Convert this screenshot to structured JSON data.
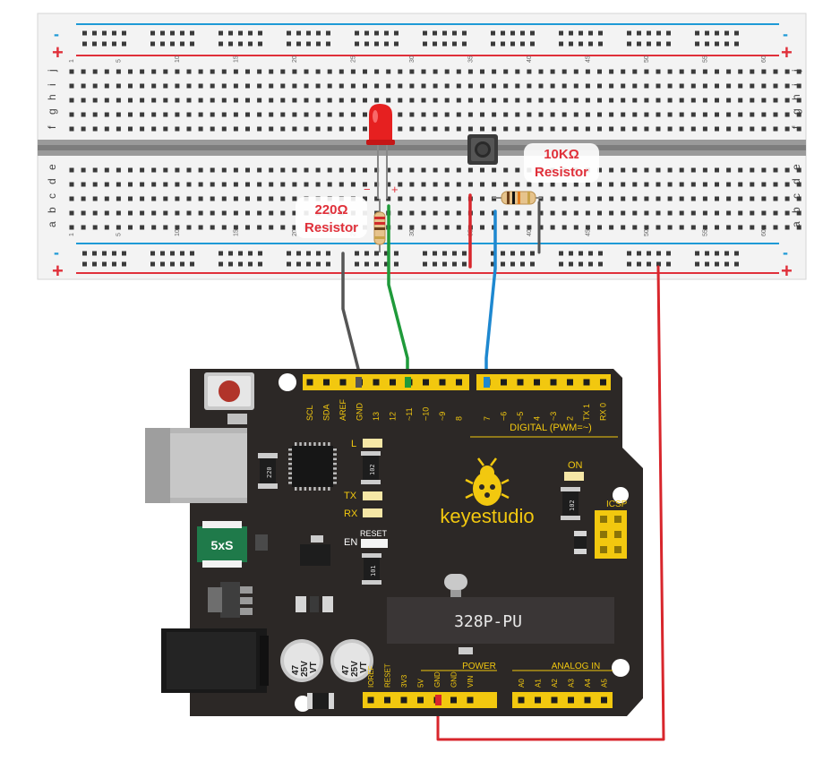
{
  "breadboard": {
    "row_letters_top": [
      "j",
      "i",
      "h",
      "g",
      "f"
    ],
    "row_letters_bottom": [
      "e",
      "d",
      "c",
      "b",
      "a"
    ],
    "column_numbers": [
      "1",
      "5",
      "10",
      "15",
      "20",
      "25",
      "30",
      "35",
      "40",
      "45",
      "50",
      "55",
      "60"
    ],
    "rail_plus": "+",
    "rail_minus": "-"
  },
  "components": {
    "led_minus": "−",
    "led_plus": "+",
    "resistor_220_value": "220Ω",
    "resistor_220_name": "Resistor",
    "resistor_10k_value": "10KΩ",
    "resistor_10k_name": "Resistor"
  },
  "board": {
    "brand": "keyestudio",
    "chip": "328P-PU",
    "digital_label": "DIGITAL  (PWM=~)",
    "top_header_left": [
      "SCL",
      "SDA",
      "AREF",
      "GND",
      "13",
      "12",
      "~11",
      "~10",
      "~9",
      "8"
    ],
    "top_header_right": [
      "7",
      "~6",
      "~5",
      "4",
      "~3",
      "2",
      "TX 1",
      "RX 0"
    ],
    "power_header": [
      "IOREF",
      "RESET",
      "3V3",
      "5V",
      "GND",
      "GND",
      "VIN"
    ],
    "power_label": "POWER",
    "analog_header": [
      "A0",
      "A1",
      "A2",
      "A3",
      "A4",
      "A5"
    ],
    "analog_label": "ANALOG IN",
    "led_labels": {
      "l": "L",
      "tx": "TX",
      "rx": "RX",
      "on": "ON",
      "en": "EN",
      "reset": "RESET",
      "icsp": "ICSP"
    },
    "fuse_label": "5xS",
    "cap_label_lines": [
      "47",
      "25V",
      "VT"
    ],
    "smd_codes": {
      "r220": "220",
      "r102a": "102",
      "r102b": "102",
      "r101": "101"
    }
  },
  "colors": {
    "wire_gnd": "#555555",
    "wire_led": "#1f9a3a",
    "wire_button": "#1e88d0",
    "wire_power": "#d8262c",
    "rail_blue": "#1e9ad6",
    "rail_red": "#e0303a",
    "board": "#2c2826",
    "header": "#f2c80f",
    "led_red": "#e62020"
  }
}
